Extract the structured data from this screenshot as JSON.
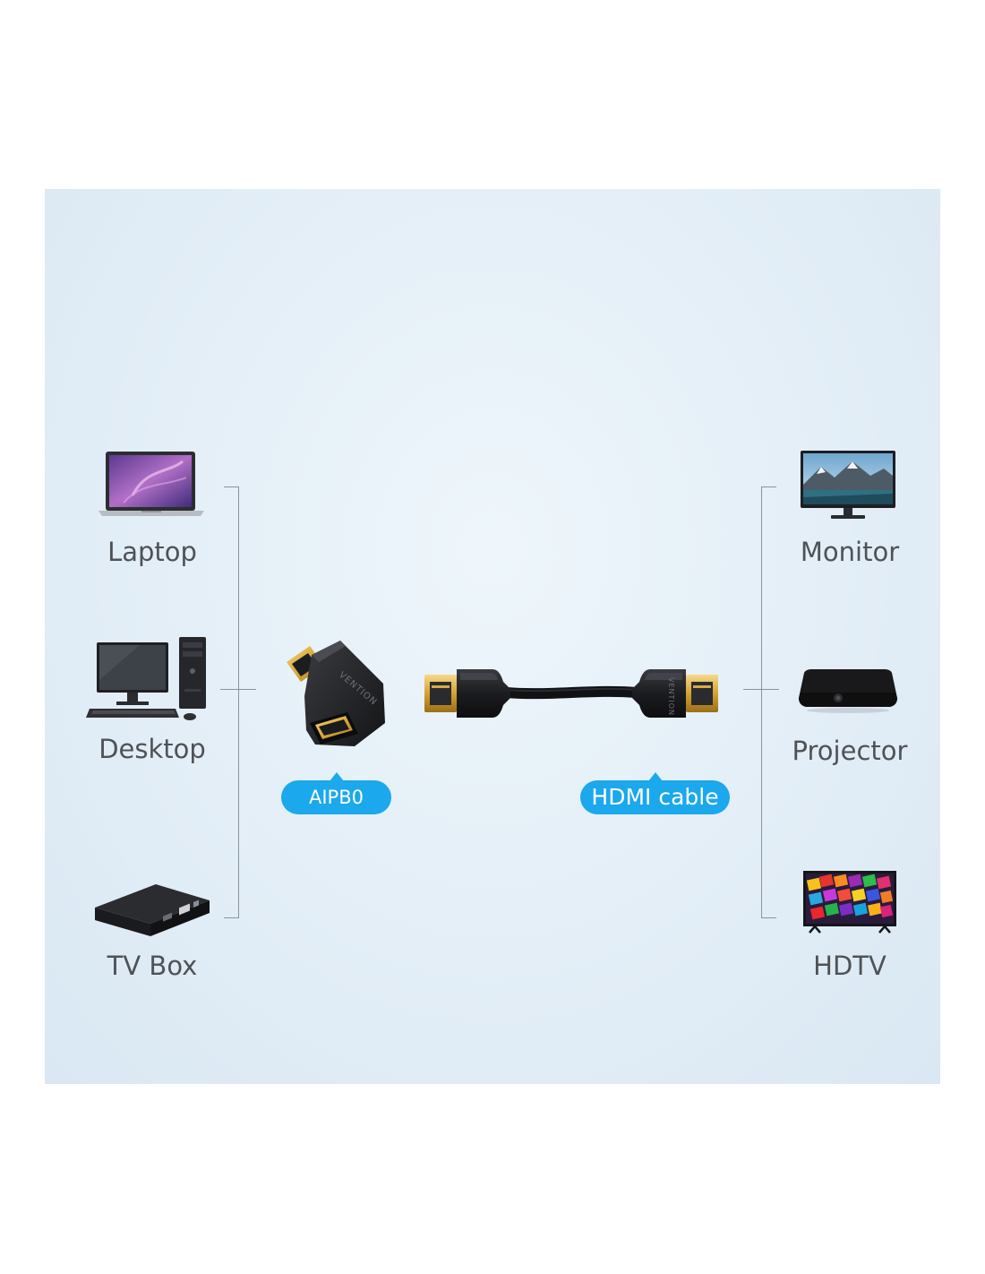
{
  "left_devices": {
    "laptop": "Laptop",
    "desktop": "Desktop",
    "tv_box": "TV Box"
  },
  "right_devices": {
    "monitor": "Monitor",
    "projector": "Projector",
    "hdtv": "HDTV"
  },
  "adapter": {
    "badge": "AIPB0",
    "brand_mark": "VENTION"
  },
  "cable": {
    "badge": "HDMI cable",
    "brand_mark": "VENTION"
  },
  "colors": {
    "badge_blue": "#1ba8ec",
    "label_gray": "#4f5256",
    "connector_gold": "#d9a93a",
    "plastic_black": "#1c1d20"
  }
}
